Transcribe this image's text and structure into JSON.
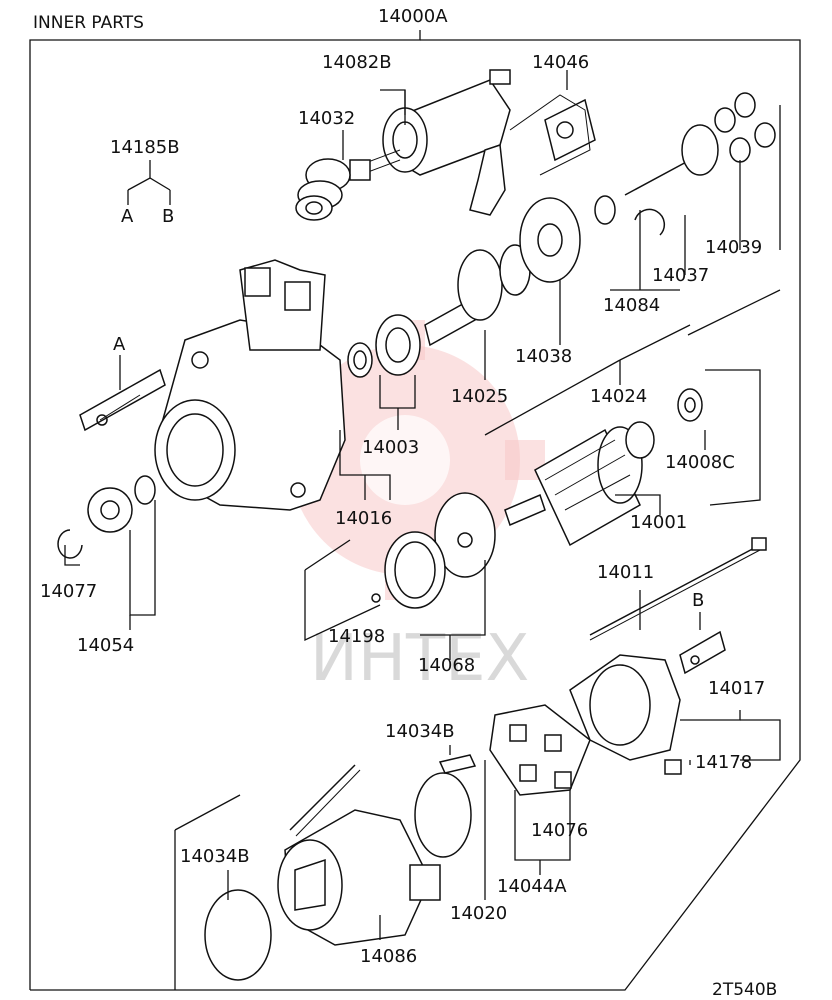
{
  "header": {
    "section_title": "INNER PARTS",
    "assembly_number": "14000A"
  },
  "footer": {
    "diagram_code": "2T540B"
  },
  "watermark": {
    "text": "ИНТЕХ"
  },
  "callouts": {
    "14082B": "14082B",
    "14046": "14046",
    "14032": "14032",
    "14185B": "14185B",
    "A": "A",
    "B": "B",
    "14039": "14039",
    "14037": "14037",
    "14084": "14084",
    "14038": "14038",
    "14025": "14025",
    "14024": "14024",
    "14003": "14003",
    "14008C": "14008C",
    "14016": "14016",
    "14001": "14001",
    "14077": "14077",
    "14054": "14054",
    "14011": "14011",
    "14198": "14198",
    "14068": "14068",
    "14017": "14017",
    "14034B": "14034B",
    "14178": "14178",
    "14076": "14076",
    "14044A": "14044A",
    "14020": "14020",
    "14086": "14086"
  },
  "colors": {
    "line": "#111111",
    "watermark": "#f7c9c9",
    "background": "#ffffff"
  }
}
